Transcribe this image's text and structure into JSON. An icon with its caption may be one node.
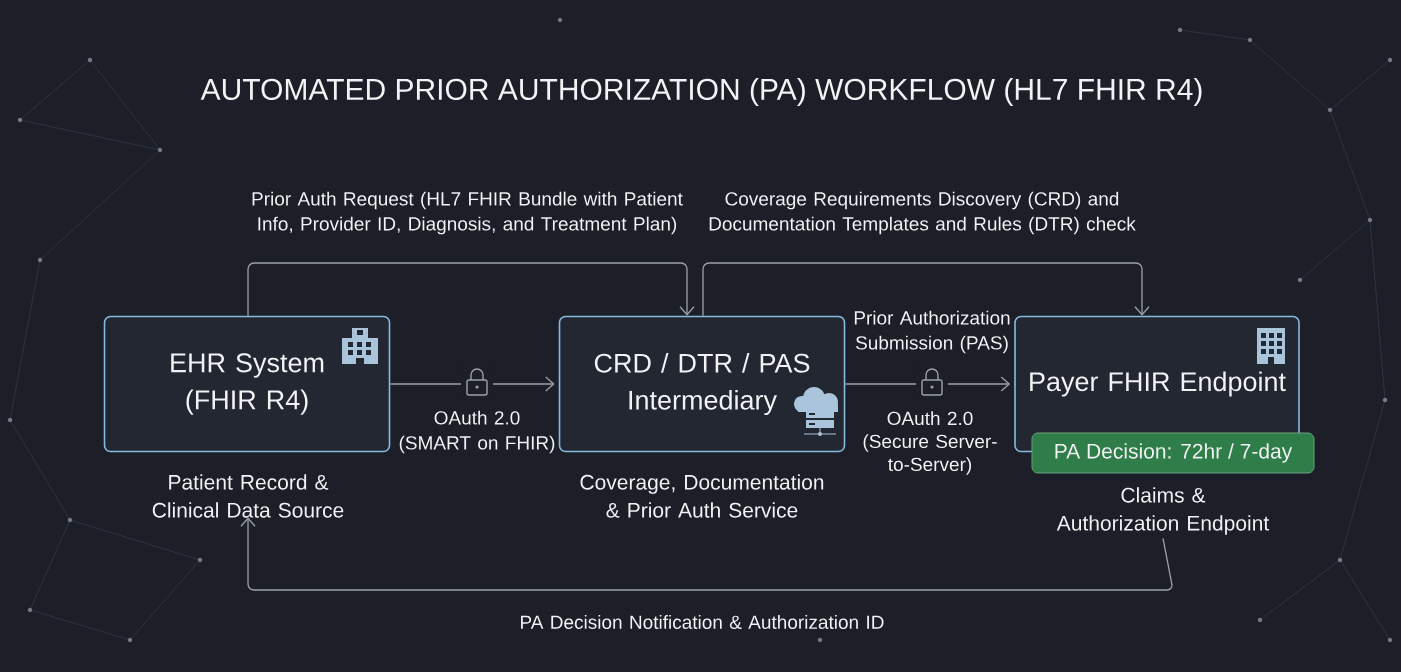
{
  "diagram": {
    "title": "AUTOMATED PRIOR AUTHORIZATION (PA) WORKFLOW (HL7 FHIR R4)",
    "nodes": [
      {
        "text": [
          "EHR System (FHIR R4)"
        ],
        "beside": [
          "Patient Record & Clinical Data Source"
        ]
      },
      {
        "text": [
          "CRD / DTR / PAS Intermediary"
        ],
        "beside": [
          "Coverage, Documentation & Prior Auth Service"
        ]
      },
      {
        "text": [
          "Payer FHIR Endpoint"
        ]
      },
      {
        "text": [
          "PA Decision: 72hr / 7-day"
        ],
        "beside": [
          "Claims & Authorization Endpoint"
        ]
      }
    ],
    "edges": [
      {
        "from": 0,
        "to": 1,
        "arrow": "to",
        "label": "Prior Auth Request (HL7 FHIR Bundle with Patient Info, Provider ID, Diagnosis, and Treatment Plan)"
      },
      {
        "from": 0,
        "to": 1,
        "arrow": "to",
        "label": "OAuth 2.0 (SMART on FHIR)"
      },
      {
        "from": 1,
        "to": 2,
        "arrow": "to",
        "label": "Coverage Requirements Discovery (CRD) and Documentation Templates and Rules (DTR) check"
      },
      {
        "from": 1,
        "to": 2,
        "arrow": "to",
        "label": "Prior Authorization Submission (PAS)"
      },
      {
        "from": 3,
        "to": 0,
        "arrow": "to",
        "label": "PA Decision Notification & Authorization ID"
      }
    ],
    "labels": [
      "OAuth 2.0 (Secure Server-to-Server)"
    ]
  }
}
